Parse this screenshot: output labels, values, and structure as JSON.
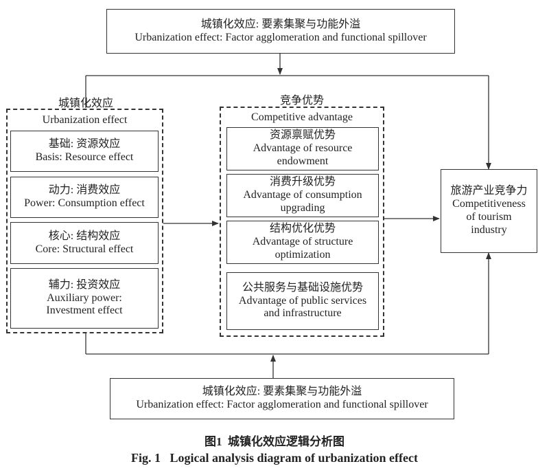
{
  "top_box": {
    "line_cn": "城镇化效应: 要素集聚与功能外溢",
    "line_en": "Urbanization effect: Factor agglomeration and functional spillover"
  },
  "left_group": {
    "outer_label": "城镇化效应",
    "inner_label": "Urbanization effect",
    "items": [
      {
        "cn": "基础: 资源效应",
        "en": "Basis: Resource effect"
      },
      {
        "cn": "动力: 消费效应",
        "en": "Power: Consumption effect"
      },
      {
        "cn": "核心: 结构效应",
        "en": "Core: Structural effect"
      },
      {
        "cn": "辅力: 投资效应",
        "en": "Auxiliary power:",
        "en2": "Investment effect"
      }
    ]
  },
  "middle_group": {
    "outer_label": "竞争优势",
    "inner_label": "Competitive advantage",
    "items": [
      {
        "cn": "资源禀赋优势",
        "en": "Advantage of resource",
        "en2": "endowment"
      },
      {
        "cn": "消费升级优势",
        "en": "Advantage of consumption",
        "en2": "upgrading"
      },
      {
        "cn": "结构优化优势",
        "en": "Advantage of structure",
        "en2": "optimization"
      },
      {
        "cn": "公共服务与基础设施优势",
        "en": "Advantage of public services",
        "en2": "and infrastructure"
      }
    ]
  },
  "right_box": {
    "cn": "旅游产业竞争力",
    "en1": "Competitiveness",
    "en2": "of tourism",
    "en3": "industry"
  },
  "bottom_box": {
    "line_cn": "城镇化效应: 要素集聚与功能外溢",
    "line_en": "Urbanization effect: Factor agglomeration and functional spillover"
  },
  "caption": {
    "cn": "图1  城镇化效应逻辑分析图",
    "en": "Fig. 1   Logical analysis diagram of urbanization effect"
  }
}
